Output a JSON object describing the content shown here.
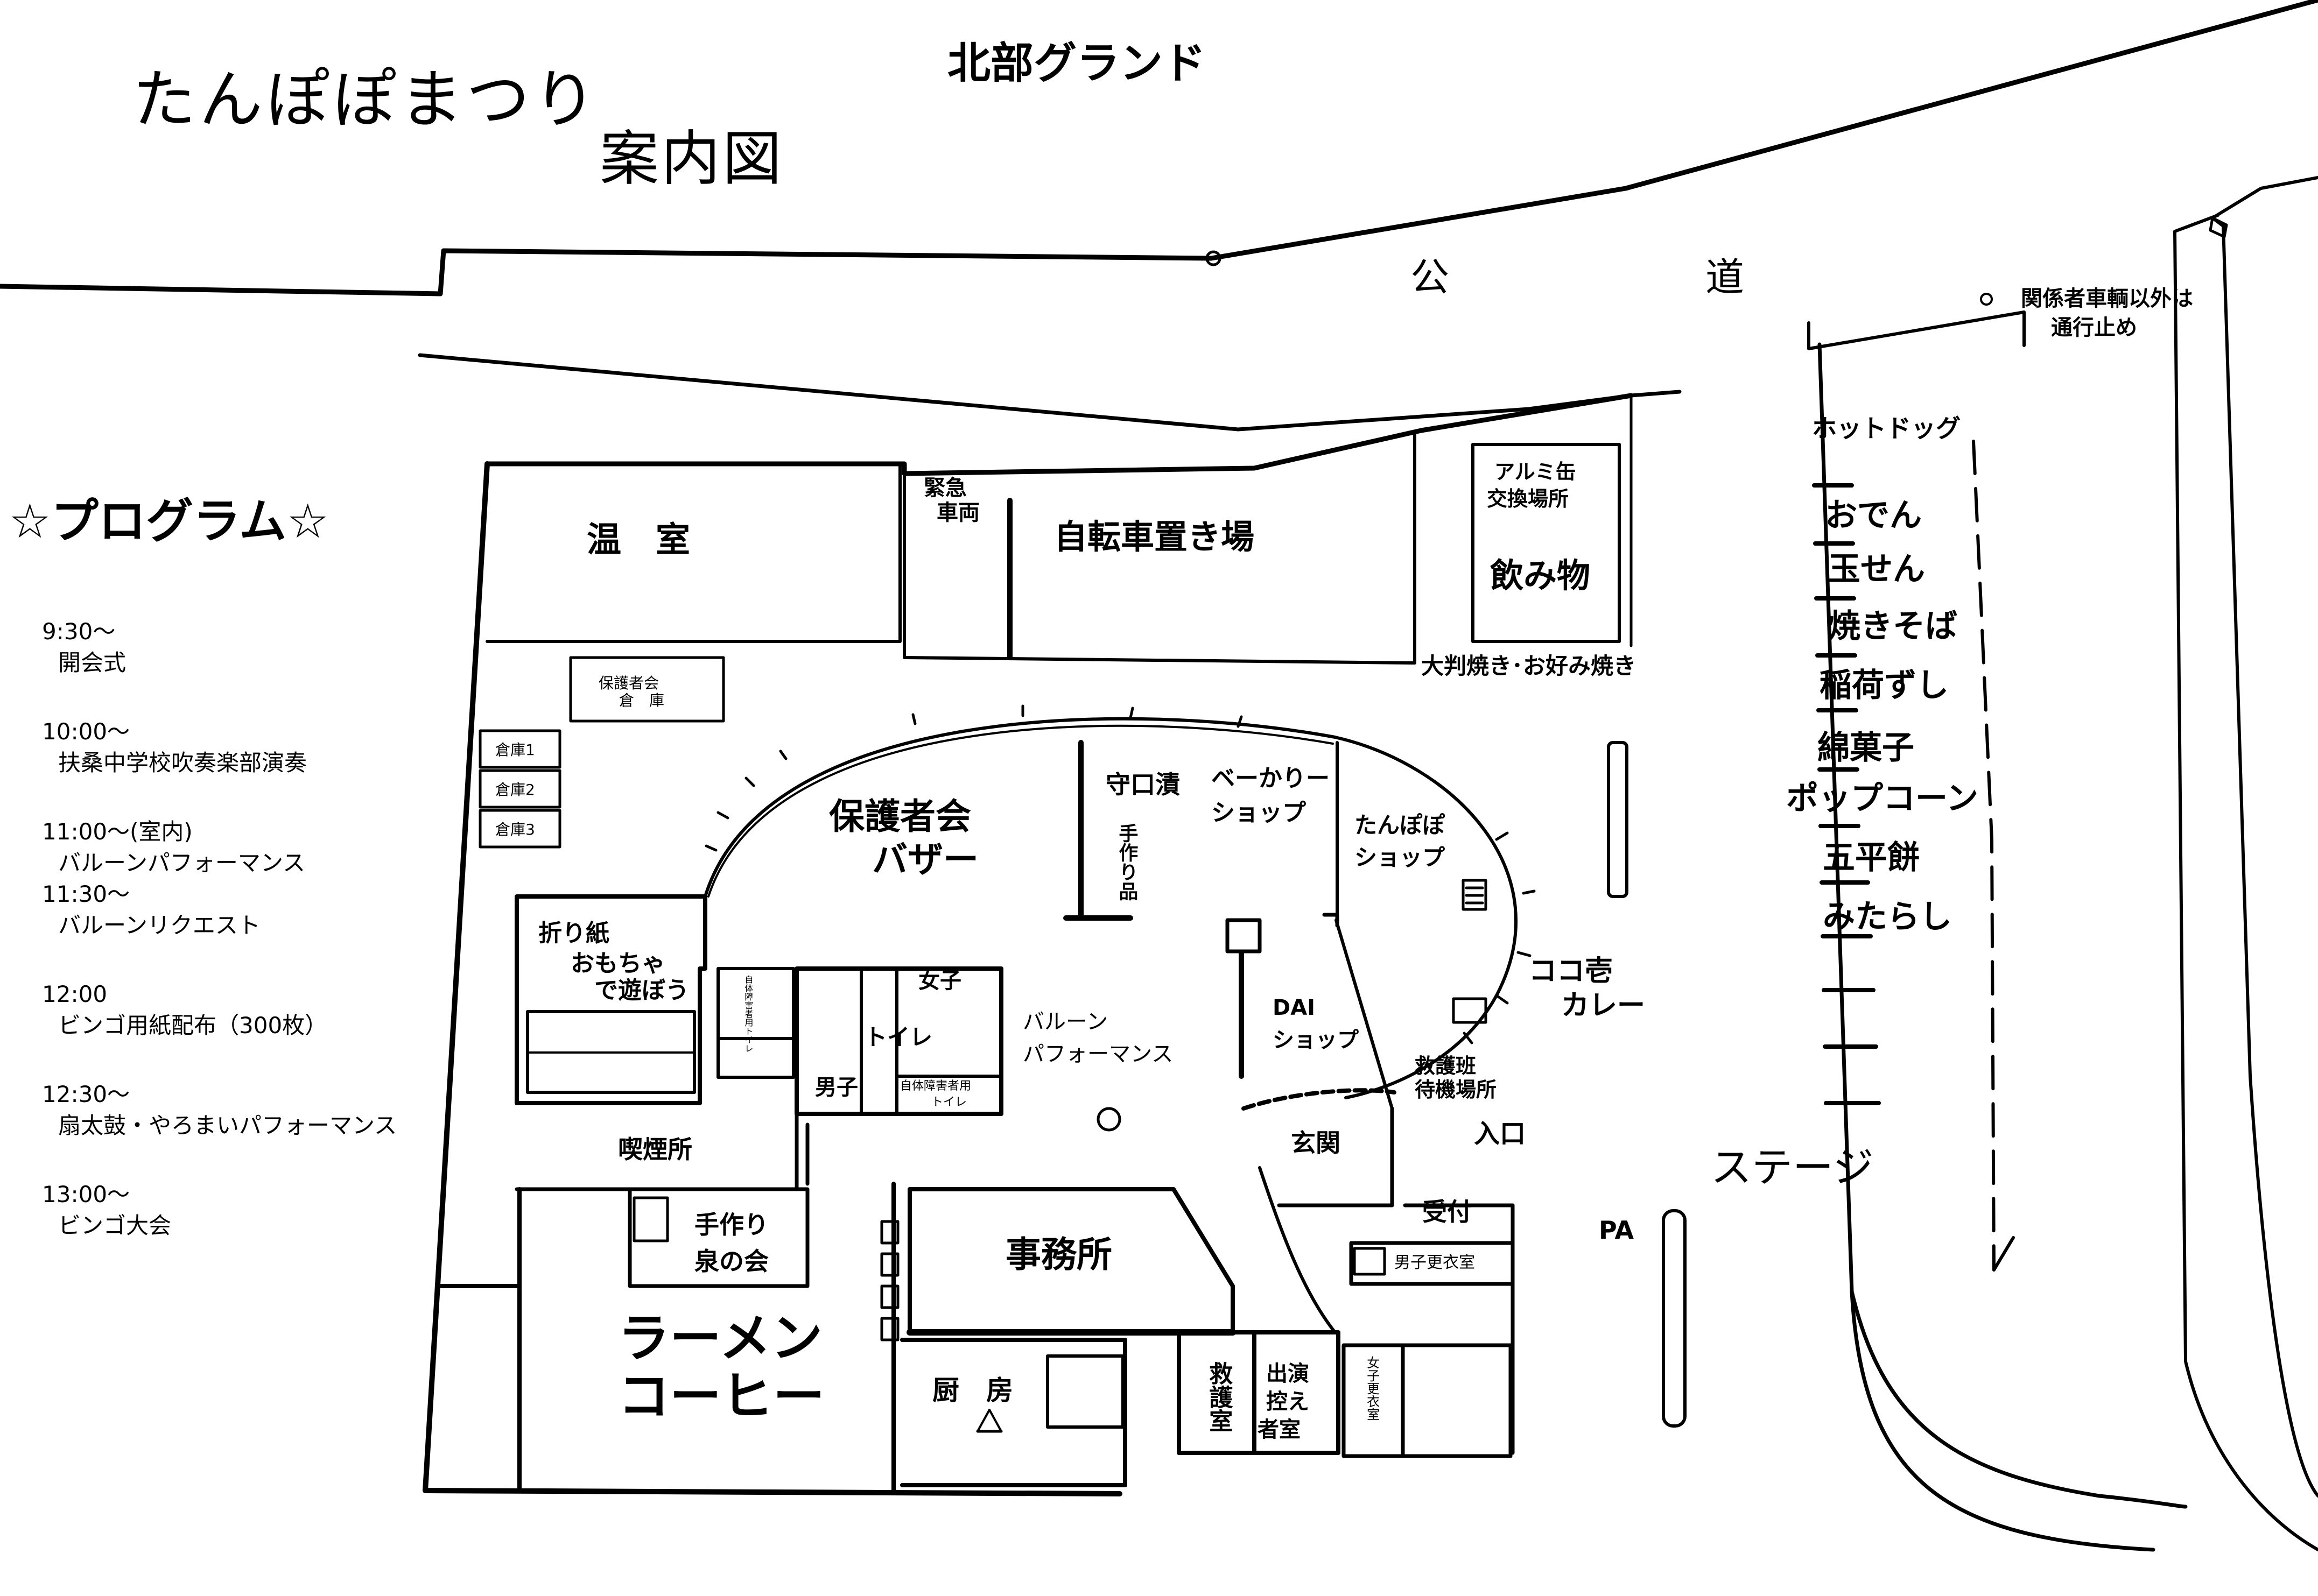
{
  "title": {
    "line1": "たんぽぽまつり",
    "line2": "案内図"
  },
  "north_ground": "北部グランド",
  "road": {
    "ko": "公",
    "do": "道"
  },
  "no_entry": {
    "line1": "関係者車輌以外は",
    "line2": "通行止め"
  },
  "program": {
    "heading": "☆プログラム☆",
    "items": [
      {
        "time": "9:30～",
        "event": "開会式"
      },
      {
        "time": "10:00～",
        "event": "扶桑中学校吹奏楽部演奏"
      },
      {
        "time": "11:00～(室内)",
        "event": "バルーンパフォーマンス"
      },
      {
        "time": "11:30～",
        "event": "バルーンリクエスト"
      },
      {
        "time": "12:00",
        "event": "ビンゴ用紙配布（300枚）"
      },
      {
        "time": "12:30～",
        "event": "扇太鼓・やろまいパフォーマンス"
      },
      {
        "time": "13:00～",
        "event": "ビンゴ大会"
      }
    ]
  },
  "rooms": {
    "greenhouse": "温　室",
    "emergency": {
      "line1": "緊急",
      "line2": "車両"
    },
    "bicycle": "自転車置き場",
    "aluminum": {
      "line1": "アルミ缶",
      "line2": "交換場所"
    },
    "drinks": "飲み物",
    "obanyaki": "大判焼き･お好み焼き",
    "parents_storage": {
      "line1": "保護者会",
      "line2": "倉　庫"
    },
    "storage1": "倉庫1",
    "storage2": "倉庫2",
    "storage3": "倉庫3",
    "bazaar": {
      "line1": "保護者会",
      "line2": "バザー"
    },
    "moriguchi": "守口漬",
    "handmade": "手作り品",
    "bakery": {
      "line1": "ベーかりー",
      "line2": "ショップ"
    },
    "tanpopo_shop": {
      "line1": "たんぽぽ",
      "line2": "ショップ"
    },
    "origami": {
      "line1": "折り紙",
      "line2": "おもちゃ",
      "line3": "で遊ぼう"
    },
    "accessible_toilet1": "自体障害者用トイレ",
    "girls": "女子",
    "toilet": "トイレ",
    "boys": "男子",
    "accessible_toilet2": {
      "line1": "自体障害者用",
      "line2": "トイレ"
    },
    "balloon": {
      "line1": "バルーン",
      "line2": "パフォーマンス"
    },
    "dai_shop": {
      "line1": "DAI",
      "line2": "ショップ"
    },
    "cocoichi": {
      "line1": "ココ壱",
      "line2": "カレー"
    },
    "rescue_wait": {
      "line1": "救護班",
      "line2": "待機場所"
    },
    "smoking": "喫煙所",
    "entrance_hall": "玄関",
    "entrance": "入口",
    "reception": "受付",
    "handmade_izumi": {
      "line1": "手作り",
      "line2": "泉の会"
    },
    "office": "事務所",
    "mens_locker": "男子更衣室",
    "ramen": {
      "line1": "ラーメン",
      "line2": "コーヒー"
    },
    "kitchen": "厨　房",
    "first_aid": "救護室",
    "waiting_room": {
      "line1": "出演",
      "line2": "控え",
      "line3": "者室"
    },
    "womens_locker": "女子更衣室",
    "pa": "PA",
    "stage": "ステージ"
  },
  "food_stalls": {
    "hotdog": "ホットドッグ",
    "items": [
      "おでん",
      "玉せん",
      "焼きそば",
      "稲荷ずし",
      "綿菓子",
      "ポップコーン",
      "五平餅",
      "みたらし"
    ]
  }
}
